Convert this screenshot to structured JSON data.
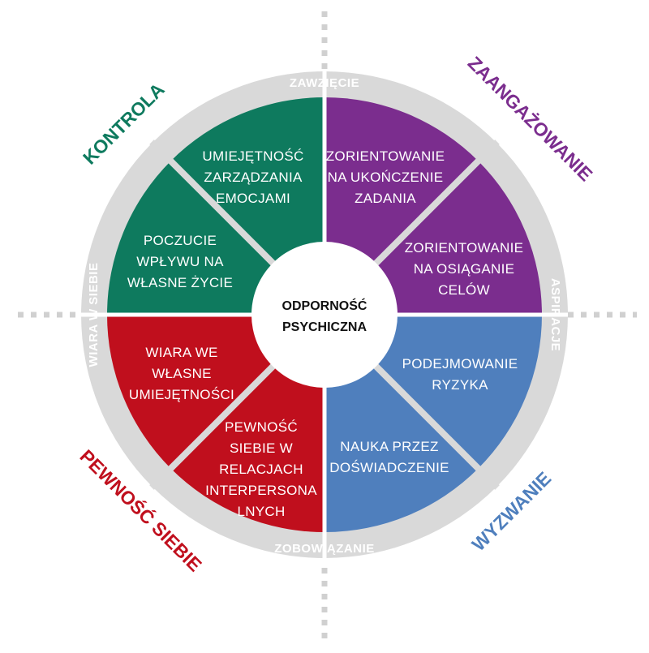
{
  "colors": {
    "ring": "#d9d9d9",
    "dash": "#d0d0d0",
    "center": "#ffffff",
    "green": "#0e7a5e",
    "purple": "#7b2d8e",
    "red": "#c00f1d",
    "blue": "#4f7fbd"
  },
  "center": {
    "line1": "ODPORNOŚĆ",
    "line2": "PSYCHICZNA"
  },
  "ring_labels": {
    "top": "ZAWZIĘCIE",
    "bottom": "ZOBOWIĄZANIE",
    "left": "WIARA W SIEBIE",
    "right": "ASPIRACJE"
  },
  "quadrants": {
    "top_left": {
      "title": "KONTROLA",
      "color": "#0e7a5e"
    },
    "top_right": {
      "title": "ZAANGAŻOWANIE",
      "color": "#7b2d8e"
    },
    "bottom_left": {
      "title": "PEWNOŚĆ SIEBIE",
      "color": "#c00f1d"
    },
    "bottom_right": {
      "title": "WYZWANIE",
      "color": "#4f7fbd"
    }
  },
  "segments": [
    {
      "key": "tl_upper",
      "lines": [
        "UMIEJĘTNOŚĆ",
        "ZARZĄDZANIA",
        "EMOCJAMI"
      ],
      "color": "#0e7a5e"
    },
    {
      "key": "tl_lower",
      "lines": [
        "POCZUCIE",
        "WPŁYWU NA",
        "WŁASNE ŻYCIE"
      ],
      "color": "#0e7a5e"
    },
    {
      "key": "tr_upper",
      "lines": [
        "ZORIENTOWANIE",
        "NA UKOŃCZENIE",
        "ZADANIA"
      ],
      "color": "#7b2d8e"
    },
    {
      "key": "tr_lower",
      "lines": [
        "ZORIENTOWANIE",
        "NA OSIĄGANIE",
        "CELÓW"
      ],
      "color": "#7b2d8e"
    },
    {
      "key": "bl_upper",
      "lines": [
        "WIARA WE",
        "WŁASNE",
        "UMIEJĘTNOŚCI"
      ],
      "color": "#c00f1d"
    },
    {
      "key": "bl_lower",
      "lines": [
        "PEWNOŚĆ",
        "SIEBIE W",
        "RELACJACH",
        "INTERPERSONA",
        "LNYCH"
      ],
      "color": "#c00f1d"
    },
    {
      "key": "br_upper",
      "lines": [
        "PODEJMOWANIE",
        "RYZYKA"
      ],
      "color": "#4f7fbd"
    },
    {
      "key": "br_lower",
      "lines": [
        "NAUKA PRZEZ",
        "DOŚWIADCZENIE"
      ],
      "color": "#4f7fbd"
    }
  ]
}
